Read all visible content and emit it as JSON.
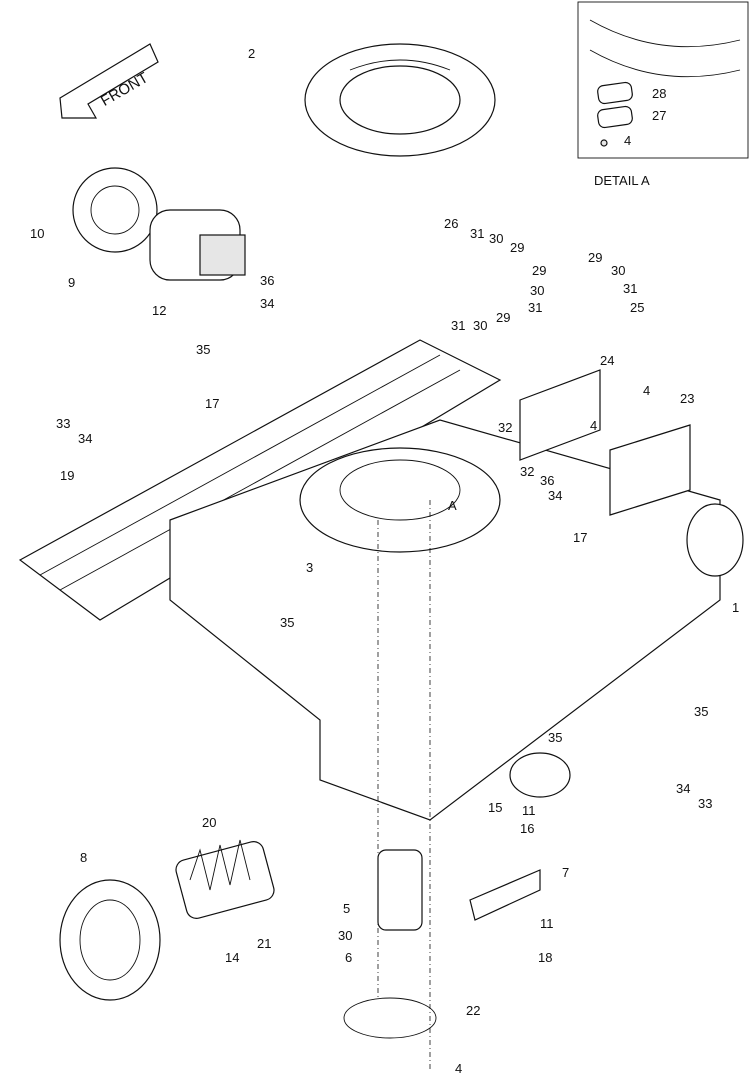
{
  "front_label": "FRONT",
  "detail_label": "DETAIL A",
  "detail_marker": "A",
  "callouts": [
    "1",
    "2",
    "3",
    "4",
    "5",
    "6",
    "7",
    "8",
    "9",
    "10",
    "11",
    "12",
    "14",
    "15",
    "16",
    "17",
    "18",
    "19",
    "20",
    "21",
    "22",
    "23",
    "24",
    "25",
    "26",
    "27",
    "28",
    "29",
    "30",
    "31",
    "32",
    "33",
    "34",
    "35",
    "36"
  ]
}
